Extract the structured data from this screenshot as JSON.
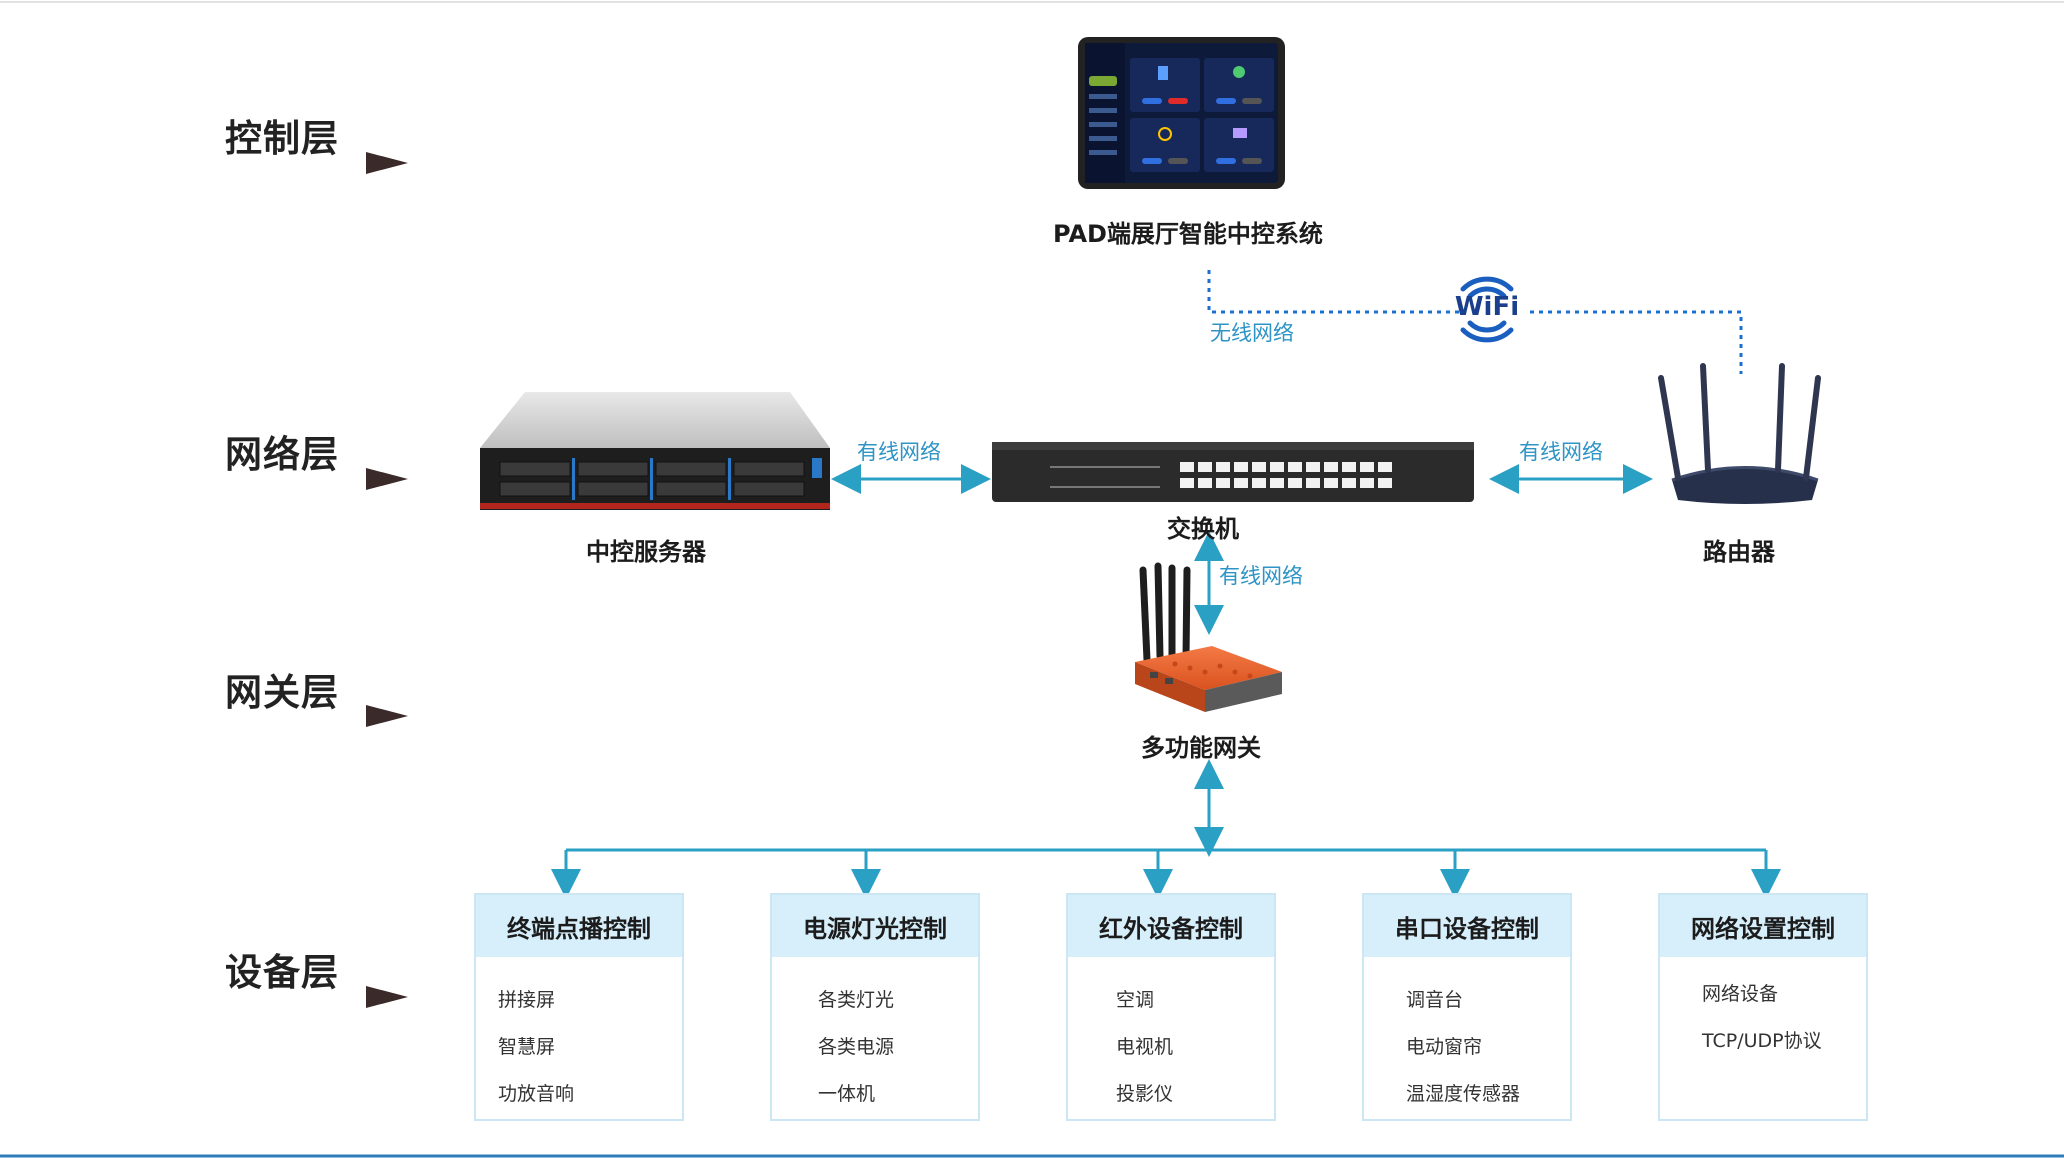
{
  "layers": [
    "控制层",
    "网络层",
    "网关层",
    "设备层"
  ],
  "nodes": {
    "pad": "PAD端展厅智能中控系统",
    "server": "中控服务器",
    "switch": "交换机",
    "router": "路由器",
    "gateway": "多功能网关"
  },
  "links": {
    "wireless": "无线网络",
    "wifi": "WiFi",
    "wired_server": "有线网络",
    "wired_router": "有线网络",
    "wired_gateway": "有线网络"
  },
  "devices": [
    {
      "title": "终端点播控制",
      "items": [
        "拼接屏",
        "智慧屏",
        "功放音响"
      ]
    },
    {
      "title": "电源灯光控制",
      "items": [
        "各类灯光",
        "各类电源",
        "一体机"
      ]
    },
    {
      "title": "红外设备控制",
      "items": [
        "空调",
        "电视机",
        "投影仪"
      ]
    },
    {
      "title": "串口设备控制",
      "items": [
        "调音台",
        "电动窗帘",
        "温湿度传感器"
      ]
    },
    {
      "title": "网络设置控制",
      "items": [
        "网络设备",
        "TCP/UDP协议"
      ]
    }
  ],
  "colors": {
    "accent": "#2e94c6",
    "card_header": "#d7effa",
    "card_border": "#cde6f3",
    "gateway_orange": "#e8602c",
    "wifi_blue": "#1a5fc0"
  }
}
